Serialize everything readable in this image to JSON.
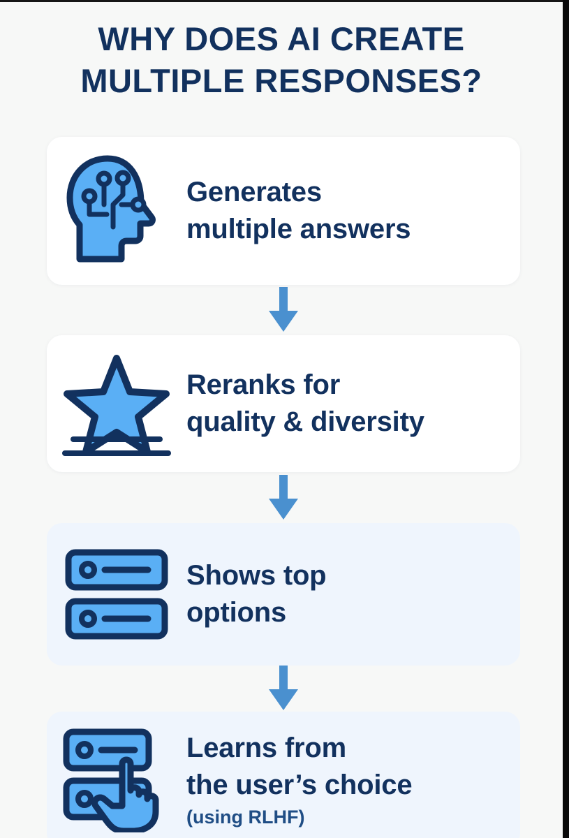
{
  "page": {
    "background_color": "#f7f8f7",
    "accent_navy": "#12315e",
    "accent_blue": "#5aaff5",
    "arrow_color": "#4a90cf"
  },
  "title": {
    "line1": "WHY DOES AI CREATE",
    "line2": "MULTIPLE RESPONSES?"
  },
  "steps": [
    {
      "icon": "ai-head-circuit-icon",
      "text_line1": "Generates",
      "text_line2": "multiple answers",
      "subtitle": "",
      "card_style": "white"
    },
    {
      "icon": "star-rating-icon",
      "text_line1": "Reranks for",
      "text_line2": "quality & diversity",
      "subtitle": "",
      "card_style": "white"
    },
    {
      "icon": "list-options-icon",
      "text_line1": "Shows top",
      "text_line2": "options",
      "subtitle": "",
      "card_style": "tint"
    },
    {
      "icon": "hand-pointer-select-icon",
      "text_line1": "Learns from",
      "text_line2": "the user’s choice",
      "subtitle": "(using RLHF)",
      "card_style": "tint"
    }
  ],
  "connectors": [
    {
      "icon": "arrow-down-icon"
    },
    {
      "icon": "arrow-down-icon"
    },
    {
      "icon": "arrow-down-icon"
    }
  ]
}
